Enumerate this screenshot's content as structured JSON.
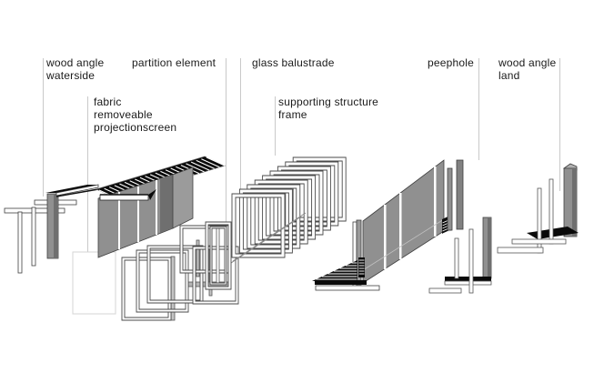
{
  "figure": {
    "labels": {
      "wood_angle_waterside": {
        "line1": "wood angle",
        "line2": "waterside"
      },
      "partition_element": {
        "line1": "partition element"
      },
      "fabric_projectionscreen": {
        "line1": "fabric",
        "line2": "removeable",
        "line3": "projectionscreen"
      },
      "glass_balustrade": {
        "line1": "glass balustrade"
      },
      "supporting_structure_frame": {
        "line1": "supporting structure",
        "line2": "frame"
      },
      "peephole": {
        "line1": "peephole"
      },
      "wood_angle_land": {
        "line1": "wood angle",
        "line2": "land"
      }
    },
    "colors": {
      "panel_gray": "#909090",
      "panel_dark": "#6f6f6f",
      "ink_black": "#0a0a0a",
      "outline": "#3f3f3f",
      "leader_line": "#c9c9c9",
      "ghost_outline": "#d4d4d4",
      "text": "#1a1a1a",
      "background": "#ffffff"
    }
  }
}
